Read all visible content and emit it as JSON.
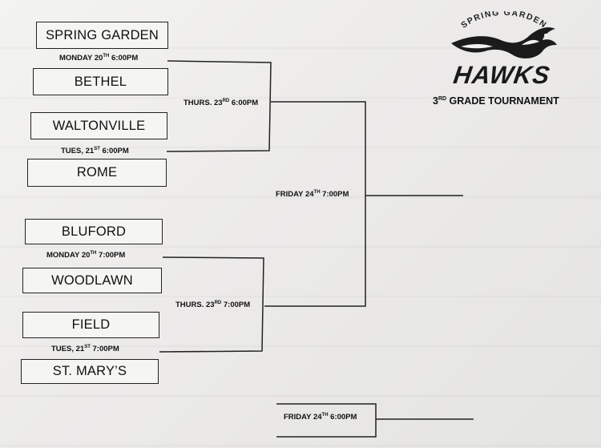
{
  "logo": {
    "arc_text": "SPRING GARDEN",
    "name": "HAWKS",
    "mascot_icon": "hawk-head-icon"
  },
  "tournament_title": {
    "main": "3",
    "sup": "RD",
    "rest": " GRADE TOURNAMENT"
  },
  "teams": {
    "spring_garden": "SPRING GARDEN",
    "bethel": "BETHEL",
    "waltonville": "WALTONVILLE",
    "rome": "ROME",
    "bluford": "BLUFORD",
    "woodlawn": "WOODLAWN",
    "field": "FIELD",
    "st_marys": "ST. MARY’S"
  },
  "games": {
    "g1": {
      "pre": "MONDAY 20",
      "sup": "TH",
      "post": " 6:00PM"
    },
    "g2": {
      "pre": "TUES, 21",
      "sup": "ST",
      "post": " 6:00PM"
    },
    "g3": {
      "pre": "MONDAY 20",
      "sup": "TH",
      "post": " 7:00PM"
    },
    "g4": {
      "pre": "TUES, 21",
      "sup": "ST",
      "post": " 7:00PM"
    },
    "semi1": {
      "pre": "THURS. 23",
      "sup": "RD",
      "post": " 6:00PM"
    },
    "semi2": {
      "pre": "THURS. 23",
      "sup": "RD",
      "post": " 7:00PM"
    },
    "final": {
      "pre": "FRIDAY 24",
      "sup": "TH",
      "post": " 7:00PM"
    },
    "consolation": {
      "pre": "FRIDAY 24",
      "sup": "TH",
      "post": " 6:00PM"
    }
  }
}
